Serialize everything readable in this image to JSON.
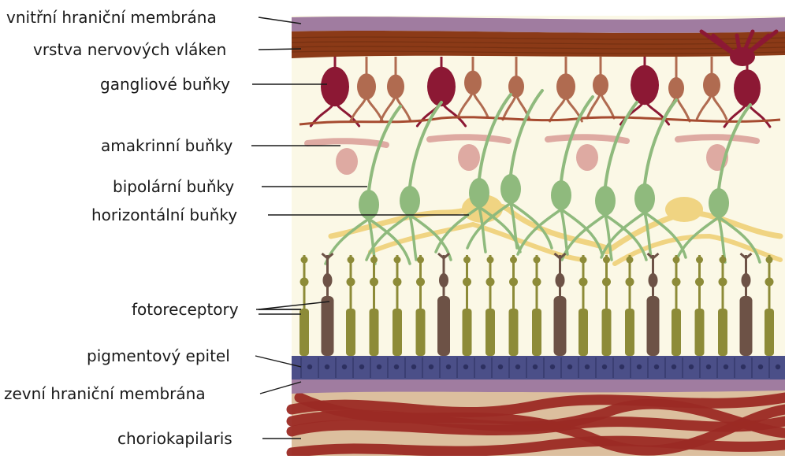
{
  "labels": {
    "inner_membrane": "vnitřní hraniční membrána",
    "nerve_fiber_layer": "vrstva nervových vláken",
    "ganglion_cells": "gangliové buňky",
    "amacrine_cells": "amakrinní buňky",
    "bipolar_cells": "bipolární buňky",
    "horizontal_cells": "horizontální buňky",
    "photoreceptors": "fotoreceptory",
    "pigment_epithelium": "pigmentový epitel",
    "outer_membrane": "zevní hraniční membrána",
    "choriocapillaris": "choriokapilaris"
  },
  "colors": {
    "membrane": "#a07ca0",
    "nerve_fibers": "#8b3a17",
    "retina_bg": "#fbf8e6",
    "ganglion_dark": "#8c1834",
    "ganglion_light": "#b06b50",
    "amacrine": "#deaaa2",
    "bipolar": "#8fba7d",
    "horizontal": "#f0d482",
    "rod": "#8d8b38",
    "cone": "#6d5246",
    "pigment": "#4b4f88",
    "choroid_bg": "#dcbf9e",
    "choroid_vessels": "#9b2a24"
  }
}
